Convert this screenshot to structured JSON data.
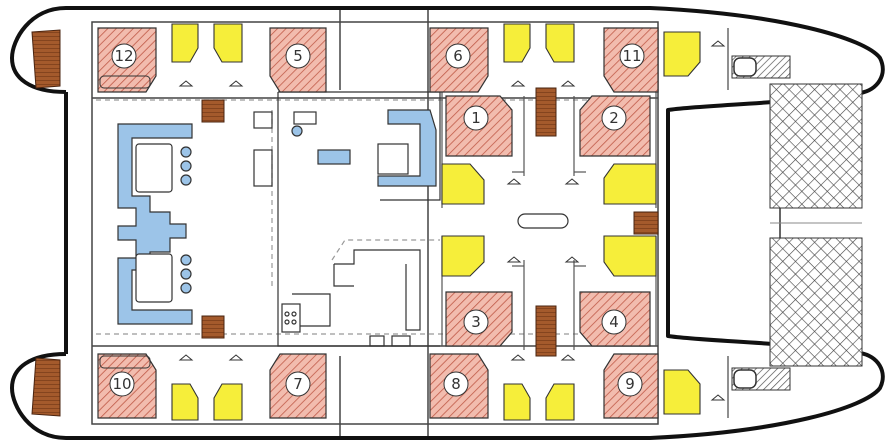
{
  "colors": {
    "hull": "#111111",
    "cabin_fill": "#f2bcae",
    "cabin_hatch": "#c05a48",
    "bath_fill": "#f6ee3a",
    "furniture": "#9cc4e8",
    "stairs": "#8a4a22",
    "net": "#444444",
    "wall": "#777777"
  },
  "cabins": [
    {
      "id": "cabin-12",
      "label": "12"
    },
    {
      "id": "cabin-5",
      "label": "5"
    },
    {
      "id": "cabin-6",
      "label": "6"
    },
    {
      "id": "cabin-11",
      "label": "11"
    },
    {
      "id": "cabin-1",
      "label": "1"
    },
    {
      "id": "cabin-2",
      "label": "2"
    },
    {
      "id": "cabin-3",
      "label": "3"
    },
    {
      "id": "cabin-4",
      "label": "4"
    },
    {
      "id": "cabin-10",
      "label": "10"
    },
    {
      "id": "cabin-7",
      "label": "7"
    },
    {
      "id": "cabin-8",
      "label": "8"
    },
    {
      "id": "cabin-9",
      "label": "9"
    }
  ]
}
